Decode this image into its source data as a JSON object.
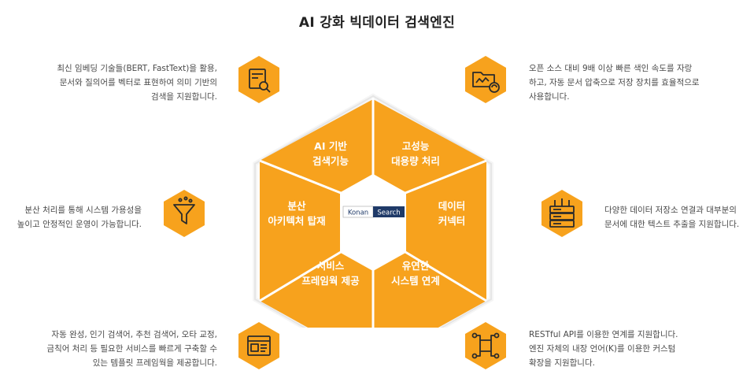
{
  "title": "AI 강화 빅데이터 검색엔진",
  "features": {
    "tl": {
      "icon": "document-search-icon",
      "lines": [
        "최신 임베딩 기술들(BERT, FastText)을 활용,",
        "문서와 질의어를 벡터로 표현하여 의미 기반의",
        "검색을 지원합니다."
      ]
    },
    "ml": {
      "icon": "funnel-icon",
      "lines": [
        "분산 처리를 통해 시스템 가용성을",
        "높이고 안정적인 운영이 가능합니다."
      ]
    },
    "bl": {
      "icon": "web-template-icon",
      "lines": [
        "자동 완성, 인기 검색어, 추천 검색어, 오타 교정,",
        "금칙어 처리 등 필요한 서비스를 빠르게 구축할 수",
        "있는 템플릿 프레임웍을 제공합니다."
      ]
    },
    "tr": {
      "icon": "folder-sync-icon",
      "lines": [
        "오픈 소스 대비 9배 이상 빠른 색인 속도를 자랑",
        "하고, 자동 문서 압축으로 저장 장치를 효율적으로",
        "사용합니다."
      ]
    },
    "mr": {
      "icon": "server-rack-icon",
      "lines": [
        "다양한 데이터 저장소 연결과 대부분의",
        "문서에 대한 텍스트 추출을 지원합니다."
      ]
    },
    "br": {
      "icon": "network-nodes-icon",
      "lines": [
        "RESTful API를 이용한 연계를 지원합니다.",
        "엔진 자체의 내장 언어(K)를 이용한 커스텀",
        "확장을 지원합니다."
      ]
    }
  },
  "segments": {
    "top_left": [
      "AI 기반",
      "검색기능"
    ],
    "top_right": [
      "고성능",
      "대용량 처리"
    ],
    "right": [
      "데이터",
      "커넥터"
    ],
    "bottom_right": [
      "유연한",
      "시스템 연계"
    ],
    "bottom_left": [
      "서비스",
      "프레임웍 제공"
    ],
    "left": [
      "분산",
      "아키텍처 탑재"
    ]
  },
  "logo": {
    "part1": "Konan",
    "part2": "Search"
  },
  "colors": {
    "orange": "#f7a21d",
    "orange_dark": "#ee9512",
    "outline": "#d5d5d5",
    "navy": "#1f3a68"
  }
}
